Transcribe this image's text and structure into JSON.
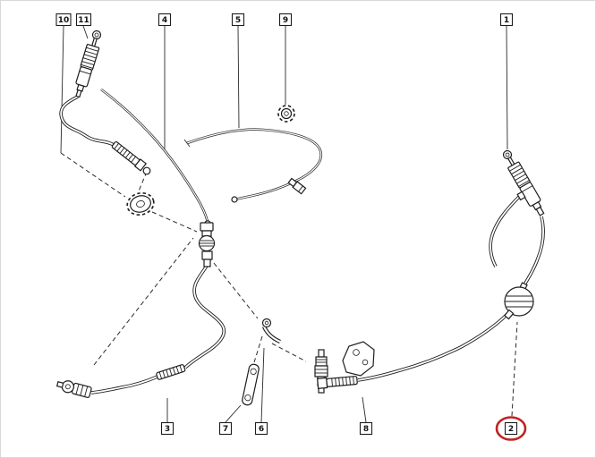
{
  "diagram": {
    "type": "exploded-parts-diagram",
    "callouts": [
      {
        "id": "10"
      },
      {
        "id": "11"
      },
      {
        "id": "4"
      },
      {
        "id": "5"
      },
      {
        "id": "9"
      },
      {
        "id": "1"
      },
      {
        "id": "3"
      },
      {
        "id": "7"
      },
      {
        "id": "6"
      },
      {
        "id": "8"
      },
      {
        "id": "2",
        "highlighted": true
      }
    ],
    "highlighted_callout": "2",
    "colors": {
      "line": "#1d1d1d",
      "highlight": "#c32222",
      "background": "#ffffff"
    }
  }
}
